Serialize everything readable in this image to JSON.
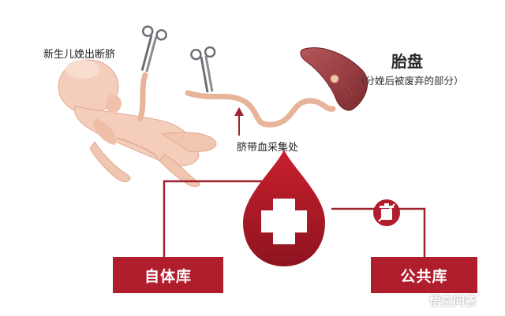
{
  "labels": {
    "newborn": "新生儿娩出断脐",
    "placenta_title": "胎盘",
    "placenta_note": "（分娩后被废弃的部分）",
    "collection_point": "脐带血采集处"
  },
  "banks": {
    "autologous": "自体库",
    "public": "公共库"
  },
  "watermark": {
    "text": "悟空问答",
    "icon": "chat-bubble-icon"
  },
  "icons": {
    "center": "medical-cross-icon",
    "discard": "trash-can-icon",
    "tool": "surgical-clamp-icon"
  },
  "colors": {
    "accent_red": "#b01e2e",
    "line_red": "#9e2430",
    "skin": "#f6d3c2",
    "cord": "#e7b49a"
  }
}
